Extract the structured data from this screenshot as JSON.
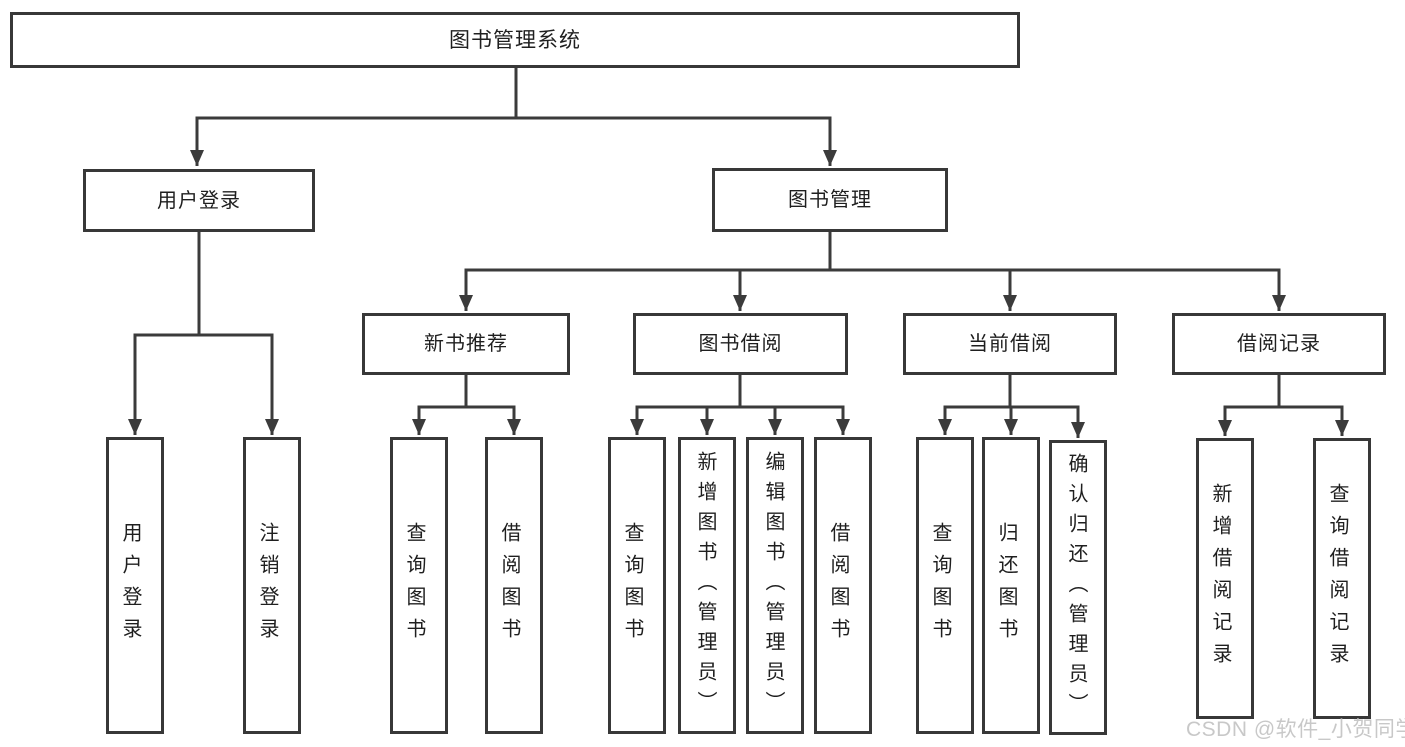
{
  "tree": {
    "root": {
      "label": "图书管理系统"
    },
    "branches": [
      {
        "label": "用户登录",
        "leaves": [
          {
            "label": "用户登录"
          },
          {
            "label": "注销登录"
          }
        ]
      },
      {
        "label": "图书管理",
        "groups": [
          {
            "label": "新书推荐",
            "leaves": [
              {
                "label": "查询图书"
              },
              {
                "label": "借阅图书"
              }
            ]
          },
          {
            "label": "图书借阅",
            "leaves": [
              {
                "label": "查询图书"
              },
              {
                "label": "新增图书（管理员）"
              },
              {
                "label": "编辑图书（管理员）"
              },
              {
                "label": "借阅图书"
              }
            ]
          },
          {
            "label": "当前借阅",
            "leaves": [
              {
                "label": "查询图书"
              },
              {
                "label": "归还图书"
              },
              {
                "label": "确认归还（管理员）"
              }
            ]
          },
          {
            "label": "借阅记录",
            "leaves": [
              {
                "label": "新增借阅记录"
              },
              {
                "label": "查询借阅记录"
              }
            ]
          }
        ]
      }
    ]
  },
  "watermark": {
    "text": "CSDN @软件_小贺同学",
    "color": "#c6c6c6"
  },
  "colors": {
    "line": "#3b3b3b",
    "box_border": "#383838",
    "text": "#1f1f1f",
    "background": "#ffffff"
  }
}
